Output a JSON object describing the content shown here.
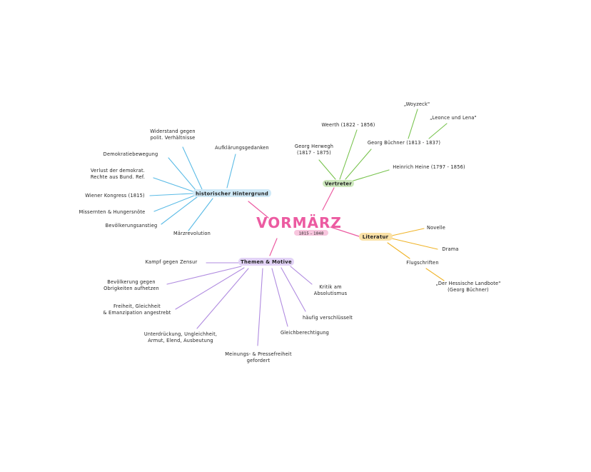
{
  "center": {
    "title": "VORMÄRZ",
    "subtitle": "1815 – 1848"
  },
  "categories": {
    "historisch": {
      "label": "historischer Hintergrund",
      "color": "#5bbbe6",
      "highlight": "#cfe9f7"
    },
    "vertreter": {
      "label": "Vertreter",
      "color": "#78c34e",
      "highlight": "#cde8bd"
    },
    "literatur": {
      "label": "Literatur",
      "color": "#f0b429",
      "highlight": "#fbe1a6"
    },
    "themen": {
      "label": "Themen & Motive",
      "color": "#b08be0",
      "highlight": "#e2d3f6"
    }
  },
  "historisch_items": [
    [
      "Widerstand gegen",
      "polit. Verhältnisse"
    ],
    [
      "Aufklärungsgedanken"
    ],
    [
      "Demokratiebewegung"
    ],
    [
      "Verlust der demokrat.",
      "Rechte aus Bund. Ref."
    ],
    [
      "Wiener Kongress (1815)"
    ],
    [
      "Missernten & Hungersnöte"
    ],
    [
      "Bevölkerungsanstieg"
    ],
    [
      "Märzrevolution"
    ]
  ],
  "vertreter_items": {
    "weerth": [
      "Weerth (1822 - 1856)"
    ],
    "herwegh": [
      "Georg Herwegh",
      "(1817 - 1875)"
    ],
    "buechner": [
      "Georg Büchner (1813 - 1837)"
    ],
    "heine": [
      "Heinrich Heine (1797 - 1856)"
    ],
    "woyzeck": [
      "„Woyzeck\""
    ],
    "leonce": [
      "„Leonce und Lena\""
    ]
  },
  "literatur_items": {
    "novelle": [
      "Novelle"
    ],
    "drama": [
      "Drama"
    ],
    "flugschriften": [
      "Flugschriften"
    ],
    "landbote": [
      "„Der Hessische Landbote\"",
      "(Georg Büchner)"
    ]
  },
  "themen_items": [
    [
      "Kampf gegen Zensur"
    ],
    [
      "Bevölkerung gegen",
      "Obrigkeiten aufhetzen"
    ],
    [
      "Freiheit, Gleichheit",
      "& Emanzipation angestrebt"
    ],
    [
      "Unterdrückung, Ungleichheit,",
      "Armut, Elend, Ausbeutung"
    ],
    [
      "Meinungs- & Pressefreiheit",
      "gefordert"
    ],
    [
      "Gleichberechtigung"
    ],
    [
      "häufig verschlüsselt"
    ],
    [
      "Kritik am",
      "Absolutismus"
    ]
  ]
}
